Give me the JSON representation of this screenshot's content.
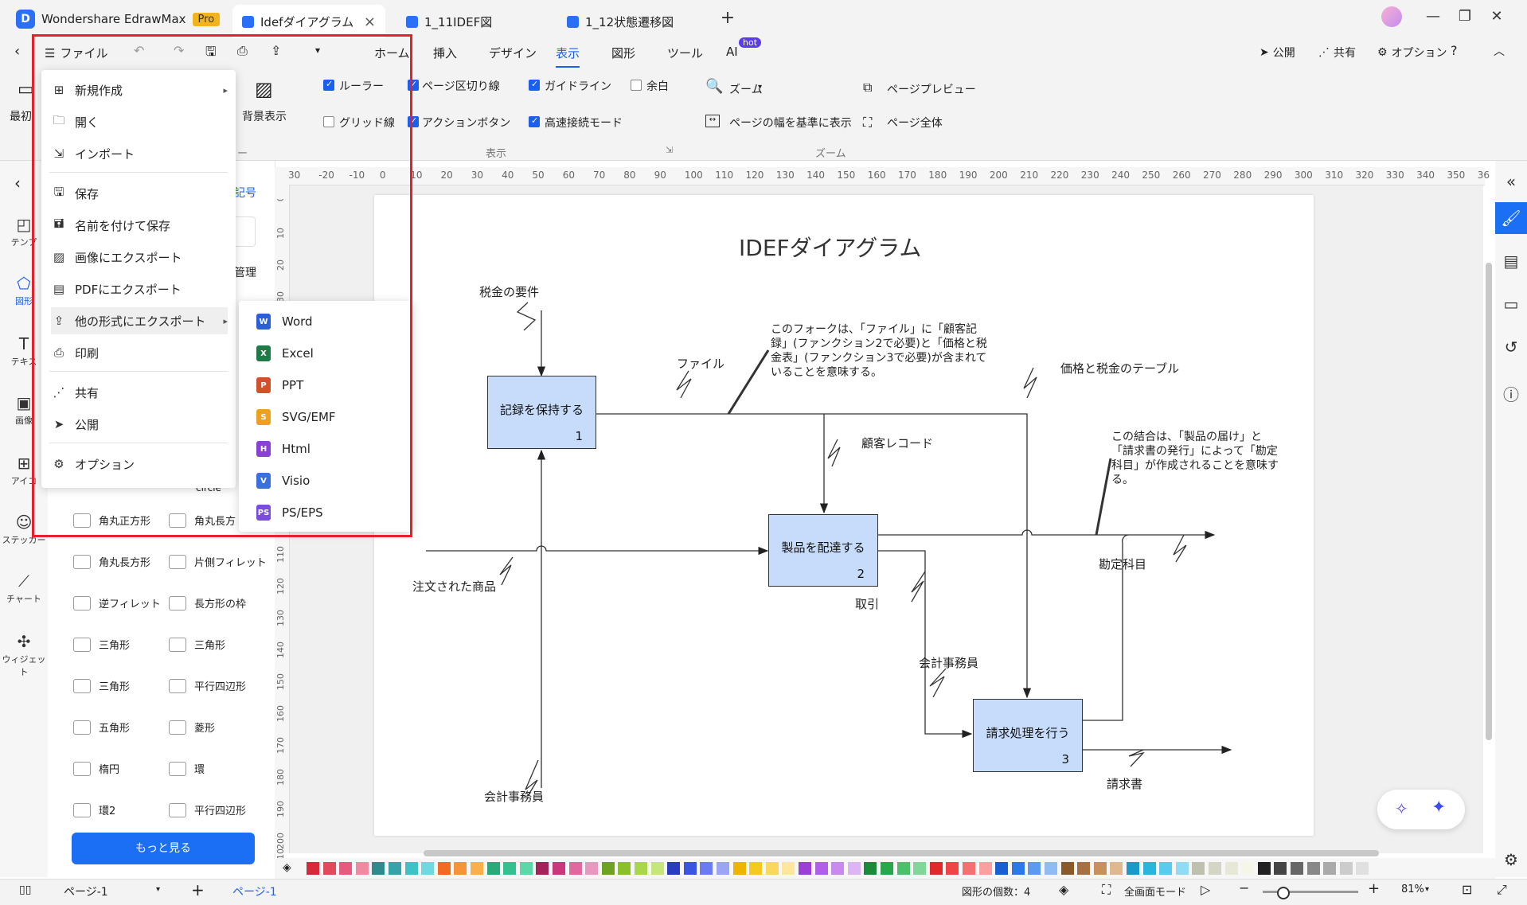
{
  "app": {
    "name": "Wondershare EdrawMax",
    "badge": "Pro"
  },
  "tabs": [
    {
      "label": "Idefダイアグラム",
      "active": true
    },
    {
      "label": "1_11IDEF図",
      "active": false
    },
    {
      "label": "1_12状態遷移図",
      "active": false
    }
  ],
  "menubar": {
    "file": "ファイル",
    "items": [
      "ホーム",
      "挿入",
      "デザイン",
      "表示",
      "図形",
      "ツール",
      "AI"
    ],
    "active": "表示",
    "ai_badge": "hot",
    "right": {
      "publish": "公開",
      "share": "共有",
      "options": "オプション"
    }
  },
  "ribbon": {
    "partial_left": "最初",
    "background_view": "背景表示",
    "partial_group": "ー",
    "checkboxes": [
      {
        "label": "ルーラー",
        "checked": true
      },
      {
        "label": "ページ区切り線",
        "checked": true
      },
      {
        "label": "ガイドライン",
        "checked": true
      },
      {
        "label": "余白",
        "checked": false
      },
      {
        "label": "グリッド線",
        "checked": false
      },
      {
        "label": "アクションボタン",
        "checked": true
      },
      {
        "label": "高速接続モード",
        "checked": true
      }
    ],
    "display_group": "表示",
    "zoom": "ズーム",
    "fit_width": "ページの幅を基準に表示",
    "zoom_group": "ズーム",
    "page_preview": "ページプレビュー",
    "whole_page": "ページ全体"
  },
  "rail": [
    "テンプ",
    "図形",
    "テキス",
    "画像",
    "アイコ",
    "ステッカー",
    "チャート",
    "ウィジェット"
  ],
  "panel": {
    "partial_symbol": "記号",
    "partial_manage": "管理",
    "partial_circle": "circle",
    "shapes": [
      [
        "角丸正方形",
        "角丸長方"
      ],
      [
        "角丸長方形",
        "片側フィレット"
      ],
      [
        "逆フィレット",
        "長方形の枠"
      ],
      [
        "三角形",
        "三角形"
      ],
      [
        "三角形",
        "平行四辺形"
      ],
      [
        "五角形",
        "菱形"
      ],
      [
        "楕円",
        "環"
      ],
      [
        "環2",
        "平行四辺形"
      ]
    ],
    "more_button": "もっと見る"
  },
  "ruler_h": [
    "30",
    "-20",
    "-10",
    "0",
    "10",
    "20",
    "30",
    "40",
    "50",
    "60",
    "70",
    "80",
    "90",
    "100",
    "110",
    "120",
    "130",
    "140",
    "150",
    "160",
    "170",
    "180",
    "190",
    "200",
    "210",
    "220",
    "230",
    "240",
    "250",
    "260",
    "270",
    "280",
    "290",
    "300",
    "310",
    "320",
    "330",
    "340",
    "350",
    "36"
  ],
  "ruler_v": [
    "0",
    "10",
    "20",
    "30",
    "110",
    "120",
    "130",
    "140",
    "150",
    "160",
    "170",
    "180",
    "190",
    "200",
    "10"
  ],
  "file_menu": {
    "items": [
      {
        "label": "新規作成",
        "icon": "plus-icon",
        "submenu": true
      },
      {
        "label": "開く",
        "icon": "folder-icon"
      },
      {
        "label": "インポート",
        "icon": "import-icon"
      },
      {
        "label": "保存",
        "icon": "save-icon"
      },
      {
        "label": "名前を付けて保存",
        "icon": "save-as-icon"
      },
      {
        "label": "画像にエクスポート",
        "icon": "image-icon"
      },
      {
        "label": "PDFにエクスポート",
        "icon": "pdf-icon"
      },
      {
        "label": "他の形式にエクスポート",
        "icon": "export-icon",
        "submenu": true,
        "hover": true
      },
      {
        "label": "印刷",
        "icon": "print-icon"
      },
      {
        "label": "共有",
        "icon": "share-icon"
      },
      {
        "label": "公開",
        "icon": "publish-icon"
      },
      {
        "label": "オプション",
        "icon": "gear-icon"
      }
    ],
    "export_submenu": [
      {
        "label": "Word",
        "badge": "W",
        "color": "#2b5fd9"
      },
      {
        "label": "Excel",
        "badge": "X",
        "color": "#1e7b45"
      },
      {
        "label": "PPT",
        "badge": "P",
        "color": "#d2502a"
      },
      {
        "label": "SVG/EMF",
        "badge": "S",
        "color": "#f0a020"
      },
      {
        "label": "Html",
        "badge": "H",
        "color": "#8a3fd6"
      },
      {
        "label": "Visio",
        "badge": "V",
        "color": "#3a6fe0"
      },
      {
        "label": "PS/EPS",
        "badge": "PS",
        "color": "#7a4de0"
      }
    ]
  },
  "diagram": {
    "title": "IDEFダイアグラム",
    "boxes": [
      {
        "label": "記録を保持する",
        "num": "1"
      },
      {
        "label": "製品を配達する",
        "num": "2"
      },
      {
        "label": "請求処理を行う",
        "num": "3"
      }
    ],
    "labels": {
      "tax": "税金の要件",
      "file": "ファイル",
      "price_table": "価格と税金のテーブル",
      "customer_record": "顧客レコード",
      "ordered": "注文された商品",
      "clerk_bottom": "会計事務員",
      "transaction": "取引",
      "clerk_mid": "会計事務員",
      "account": "勘定科目",
      "invoice": "請求書"
    },
    "note1": [
      "このフォークは、「ファイル」に「顧客記",
      "録」(ファンクション2で必要)と「価格と税",
      "金表」(ファンクション3で必要)が含まれて",
      "いることを意味する。"
    ],
    "note2": [
      "この結合は、「製品の届け」と",
      "「請求書の発行」によって「勘定",
      "科目」が作成されることを意味す",
      "る。"
    ]
  },
  "palette": [
    "#d8293a",
    "#e14a5a",
    "#e65b7e",
    "#f08aa2",
    "#2e8c8c",
    "#36a3a8",
    "#3ec1c7",
    "#6fd8e0",
    "#f36b21",
    "#f7943a",
    "#f9b04a",
    "#2aa97a",
    "#35c08f",
    "#5ed7a8",
    "#a3245a",
    "#c8387a",
    "#e06aa0",
    "#e997bf",
    "#6fa124",
    "#8cbf2c",
    "#a9d64a",
    "#c6e67c",
    "#2a3cc0",
    "#3a55e0",
    "#6a7cf0",
    "#9aa5f5",
    "#f0b400",
    "#f7c820",
    "#fad860",
    "#fce79a",
    "#9b3fd6",
    "#b35ee8",
    "#c98af0",
    "#ddb5f5",
    "#1b8a3a",
    "#28a84a",
    "#4ac26a",
    "#7fd79a",
    "#e02a2a",
    "#f04545",
    "#f57070",
    "#f9a0a0",
    "#1a5fd0",
    "#2a7ae8",
    "#5a9af0",
    "#90bcf5",
    "#8a5a2a",
    "#a87040",
    "#c8905a",
    "#e0b890",
    "#1a9ac8",
    "#2ab5e0",
    "#5acaf0",
    "#90dcf5",
    "#c0c0b0",
    "#d5d5c5",
    "#e8e8d8",
    "#f5f5e8",
    "#222222",
    "#444444",
    "#666666",
    "#888888",
    "#aaaaaa",
    "#cccccc",
    "#e0e0e0"
  ],
  "status": {
    "page_selector": "ページ-1",
    "page_tab": "ページ-1",
    "shape_count": "図形の個数：4",
    "fullscreen": "全画面モード",
    "zoom": "81%"
  }
}
